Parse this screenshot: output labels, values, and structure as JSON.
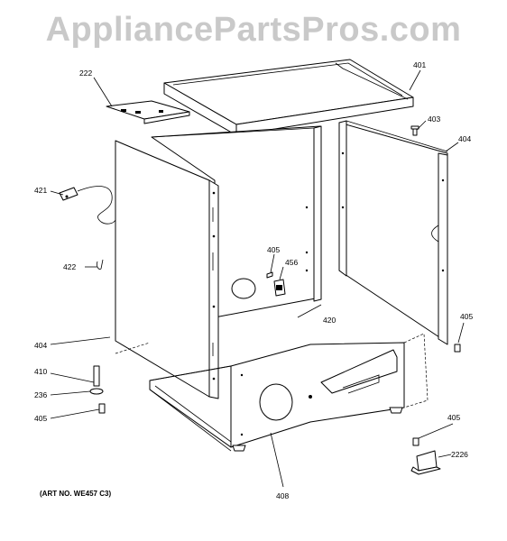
{
  "watermark": "AppliancePartsPros.com",
  "art_number": "(ART NO. WE457 C3)",
  "parts": {
    "top_cover": "401",
    "hinge_bracket": "222",
    "screw_top": "403",
    "side_panel_right": "404",
    "side_panel_left": "404",
    "power_cord": "421",
    "strain_relief": "422",
    "screw_rear": "405",
    "screw_right": "405",
    "screw_bottom_left": "405",
    "screw_bottom_right": "405",
    "terminal_block": "456",
    "rear_panel": "420",
    "leveling_leg": "410",
    "leg_nut": "236",
    "base": "408",
    "bracket_2226": "2226"
  }
}
